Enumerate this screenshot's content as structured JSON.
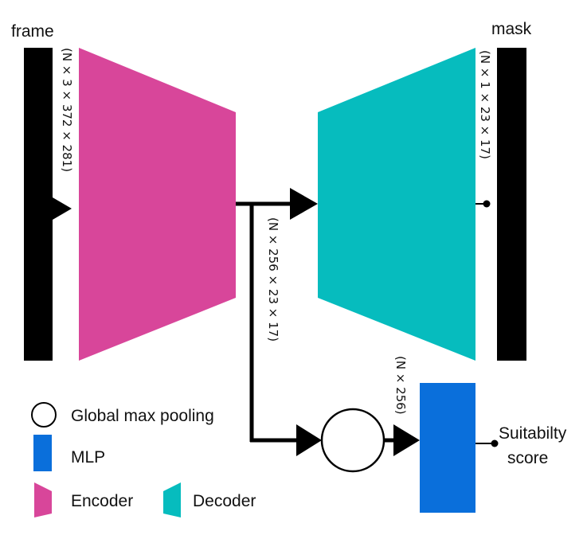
{
  "labels": {
    "frame": "frame",
    "mask": "mask",
    "suitability_line1": "Suitabilty",
    "suitability_line2": "score"
  },
  "dimensions": {
    "frame": "(N × 3 × 372 × 281)",
    "mask": "(N × 1 × 23 × 17)",
    "features": "(N × 256 × 23 × 17)",
    "pooled": "(N × 256)"
  },
  "legend": {
    "pooling": "Global max pooling",
    "mlp": "MLP",
    "encoder": "Encoder",
    "decoder": "Decoder"
  },
  "colors": {
    "encoder": "#D8469A",
    "decoder": "#06BCBE",
    "mlp": "#0A6FDB",
    "bar": "#000000"
  }
}
